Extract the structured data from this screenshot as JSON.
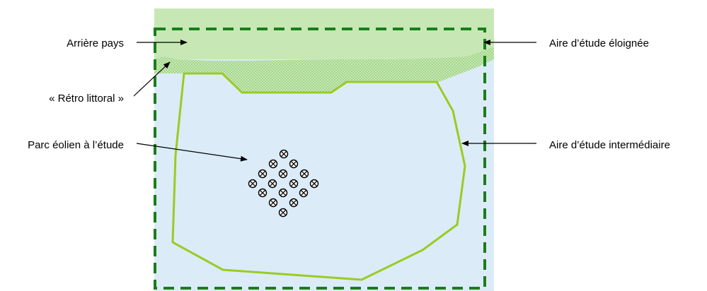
{
  "labels": {
    "arriere_pays": "Arrière pays",
    "retro_littoral": "« Rétro littoral »",
    "parc_eolien": "Parc éolien à l’étude",
    "aire_eloignee": "Aire d’étude éloignée",
    "aire_intermediaire": "Aire d’étude intermédiaire"
  },
  "colors": {
    "sea": "#dcebf8",
    "land": "#c7e8b5",
    "retro_pattern": "#8cc870",
    "intermediate_outline": "#99cc22",
    "far_boundary": "#1a7d1a",
    "arrow": "#000000"
  },
  "turbine_count": 16,
  "turbine_symbol": "circled-x-icon"
}
